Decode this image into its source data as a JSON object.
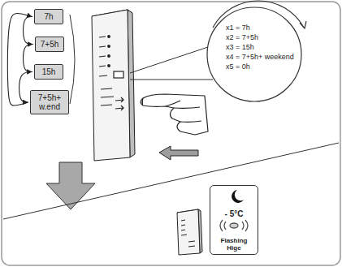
{
  "diagram": {
    "nodes": [
      {
        "text": [
          "7h"
        ]
      },
      {
        "text": [
          "7+5h"
        ]
      },
      {
        "text": [
          "15h"
        ]
      },
      {
        "text": [
          "7+5h+ w.end"
        ]
      },
      {
        "text": [
          "x1 = 7h",
          "x2 = 7+5h",
          "x3 = 15h",
          "x4 = 7+5h+ weekend",
          "x5 = 0h"
        ]
      },
      {
        "text": [
          "- 5°C",
          "Flashing Hige"
        ]
      }
    ],
    "edges": [
      {
        "from": 0,
        "to": 1,
        "arrow": "to"
      },
      {
        "from": 1,
        "to": 2,
        "arrow": "to"
      },
      {
        "from": 2,
        "to": 3,
        "arrow": "to"
      },
      {
        "from": 3,
        "to": 0,
        "arrow": "to"
      }
    ]
  }
}
